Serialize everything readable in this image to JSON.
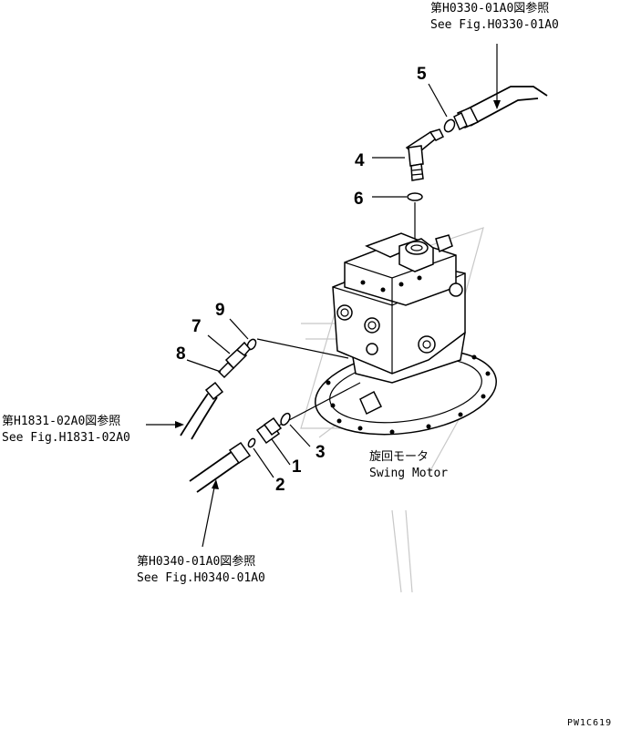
{
  "references": {
    "hose_top": {
      "jp": "第H0330-01A0図参照",
      "en": "See Fig.H0330-01A0"
    },
    "hose_left": {
      "jp": "第H1831-02A0図参照",
      "en": "See Fig.H1831-02A0"
    },
    "hose_bottom": {
      "jp": "第H0340-01A0図参照",
      "en": "See Fig.H0340-01A0"
    }
  },
  "component": {
    "jp": "旋回モータ",
    "en": "Swing Motor"
  },
  "callouts": [
    "1",
    "2",
    "3",
    "4",
    "5",
    "6",
    "7",
    "8",
    "9"
  ],
  "drawing_code": "PW1C619"
}
